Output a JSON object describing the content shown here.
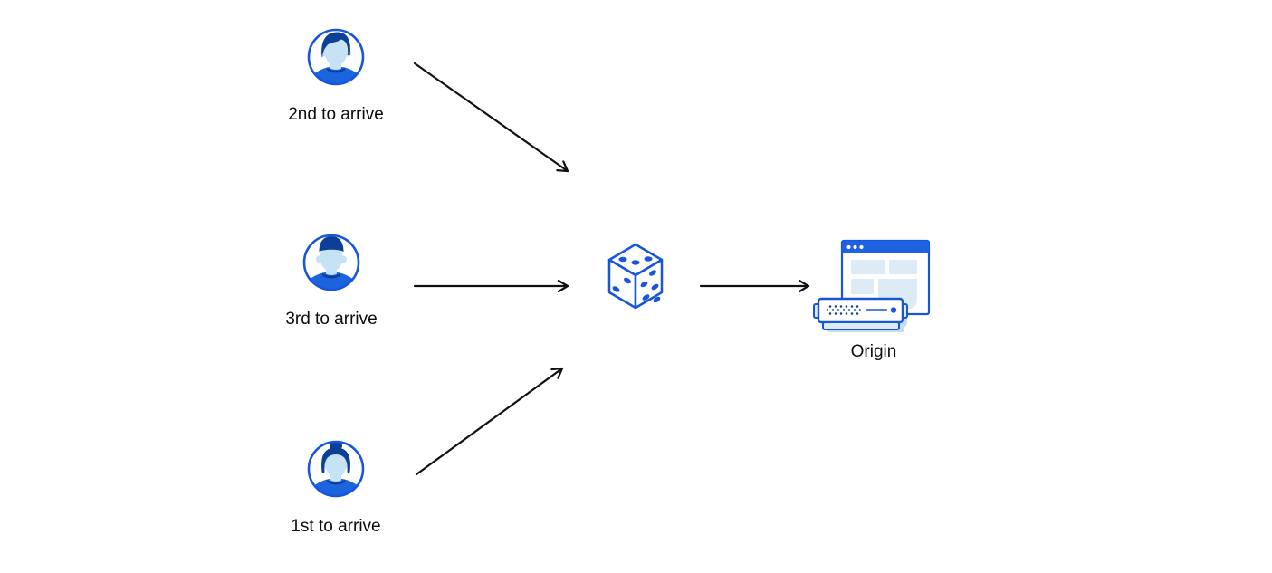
{
  "diagram": {
    "background_color": "#ffffff",
    "arrow_color": "#111111",
    "palette": {
      "primary_blue": "#1756d8",
      "bar_blue": "#1d62e0",
      "navy_blue": "#0e3f96",
      "shirt_blue": "#1c63de",
      "face_blue": "#c6e2f5",
      "pale_blue": "#ddebf7",
      "shadow_blue": "#c4ddf4"
    },
    "clients": [
      {
        "label": "2nd to arrive",
        "icon": "male-quiff-user-avatar-icon"
      },
      {
        "label": "3rd to arrive",
        "icon": "male-flattop-user-avatar-icon"
      },
      {
        "label": "1st to arrive",
        "icon": "female-bun-user-avatar-icon"
      }
    ],
    "router": {
      "icon": "dice-icon"
    },
    "origin": {
      "label": "Origin",
      "icon": "origin-server-browser-icon"
    }
  }
}
